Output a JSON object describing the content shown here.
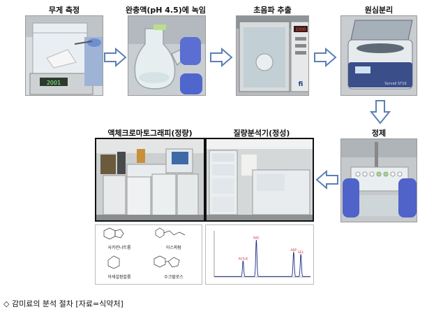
{
  "steps": [
    {
      "id": "weigh",
      "label": "무게 측정"
    },
    {
      "id": "dissolve",
      "label": "완충액(pH 4.5)에 녹임"
    },
    {
      "id": "sonicate",
      "label": "초음파 추출"
    },
    {
      "id": "centrifuge",
      "label": "원심분리"
    },
    {
      "id": "purify",
      "label": "정제"
    },
    {
      "id": "ms",
      "label": "질량분석기(정성)"
    },
    {
      "id": "lc",
      "label": "액체크로마토그래피(정량)"
    }
  ],
  "device_text": {
    "balance_readout": "2001",
    "sonicator_display": "1000",
    "sonicator_logo": "fi",
    "centrifuge_brand": "Sorvall ST16"
  },
  "molecules": [
    "사카린나트륨",
    "아스파탐",
    "아세설팜칼륨",
    "수크랄로스"
  ],
  "chromatogram": {
    "peaks": [
      "ACS-K",
      "SAC",
      "ASP",
      "SCL"
    ],
    "peak_times": [
      2.4,
      3.5,
      6.6,
      7.2
    ],
    "peak_heights": [
      0.35,
      0.82,
      0.55,
      0.5
    ]
  },
  "caption": "◇ 감미료의 분석 절차 [자료=식약처]"
}
